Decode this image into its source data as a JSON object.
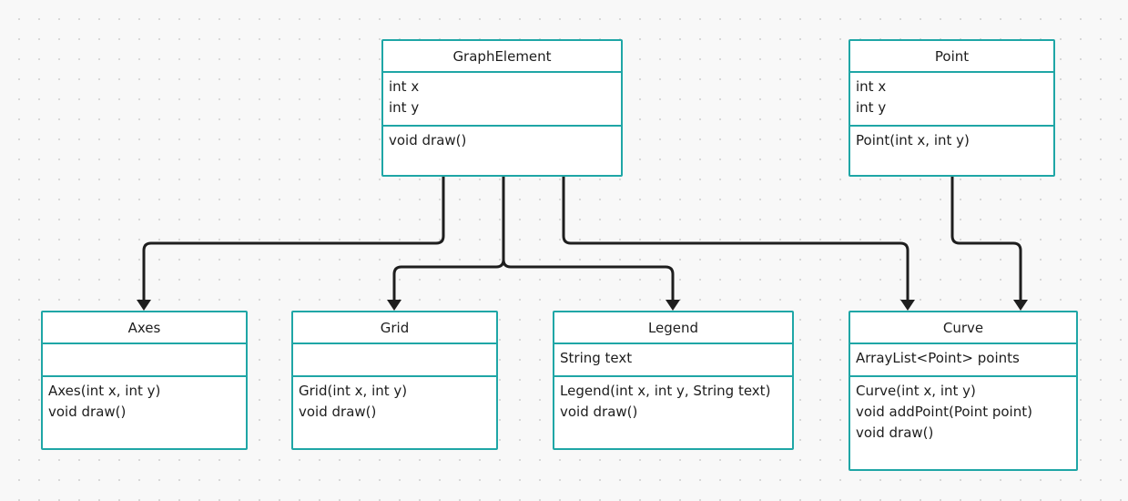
{
  "diagram": {
    "classes": [
      {
        "key": "graph_element",
        "name": "GraphElement",
        "attributes": [
          "int x",
          "int y"
        ],
        "methods": [
          "void draw()"
        ]
      },
      {
        "key": "point",
        "name": "Point",
        "attributes": [
          "int x",
          "int y"
        ],
        "methods": [
          "Point(int x, int y)"
        ]
      },
      {
        "key": "axes",
        "name": "Axes",
        "attributes": [],
        "methods": [
          "Axes(int x, int y)",
          "void draw()"
        ]
      },
      {
        "key": "grid",
        "name": "Grid",
        "attributes": [],
        "methods": [
          "Grid(int x, int y)",
          "void draw()"
        ]
      },
      {
        "key": "legend",
        "name": "Legend",
        "attributes": [
          "String text"
        ],
        "methods": [
          "Legend(int x, int y, String text)",
          "void draw()"
        ]
      },
      {
        "key": "curve",
        "name": "Curve",
        "attributes": [
          "ArrayList<Point> points"
        ],
        "methods": [
          "Curve(int x, int y)",
          "void addPoint(Point point)",
          "void draw()"
        ]
      }
    ],
    "connections": [
      {
        "from": "GraphElement",
        "to": "Axes"
      },
      {
        "from": "GraphElement",
        "to": "Grid"
      },
      {
        "from": "GraphElement",
        "to": "Legend"
      },
      {
        "from": "GraphElement",
        "to": "Curve"
      },
      {
        "from": "Point",
        "to": "Curve"
      }
    ],
    "colors": {
      "box_border": "#1fa6a6",
      "box_fill": "#ffffff",
      "connector": "#1e1e1e",
      "background": "#f8f8f8",
      "grid_dot": "#d6d6d6"
    }
  }
}
